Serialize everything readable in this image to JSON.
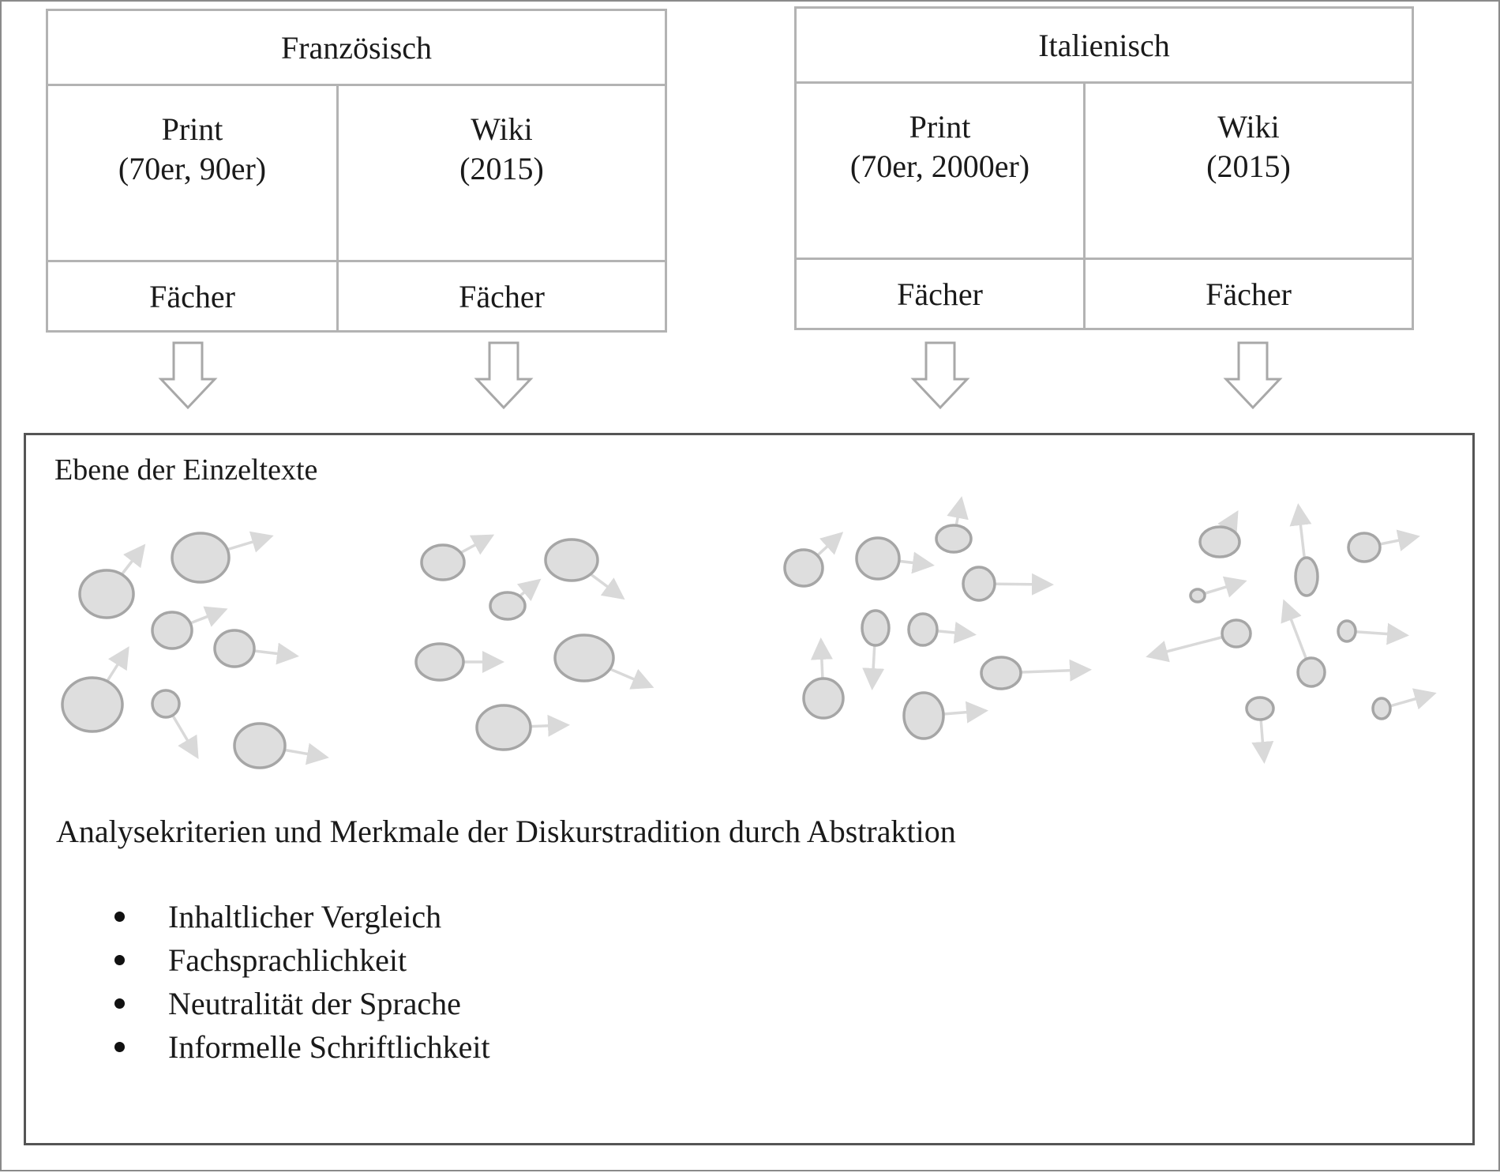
{
  "tables": [
    {
      "title": "Französisch",
      "columns": [
        {
          "label_line1": "Print",
          "label_line2": "(70er, 90er)",
          "footer": "Fächer"
        },
        {
          "label_line1": "Wiki",
          "label_line2": "(2015)",
          "footer": "Fächer"
        }
      ]
    },
    {
      "title": "Italienisch",
      "columns": [
        {
          "label_line1": "Print",
          "label_line2": "(70er, 2000er)",
          "footer": "Fächer"
        },
        {
          "label_line1": "Wiki",
          "label_line2": "(2015)",
          "footer": "Fächer"
        }
      ]
    }
  ],
  "main": {
    "level_title": "Ebene der Einzeltexte",
    "analysis_title": "Analysekriterien und Merkmale der Diskurstradition durch Abstraktion",
    "criteria": [
      "Inhaltlicher Vergleich",
      "Fachsprachlichkeit",
      "Neutralität der Sprache",
      "Informelle Schriftlichkeit"
    ]
  },
  "colors": {
    "table_border": "#b3b3b3",
    "main_border": "#555555",
    "bubble_fill": "#dedede",
    "bubble_stroke": "#a6a6a6",
    "arrow": "#d9d9d9"
  }
}
